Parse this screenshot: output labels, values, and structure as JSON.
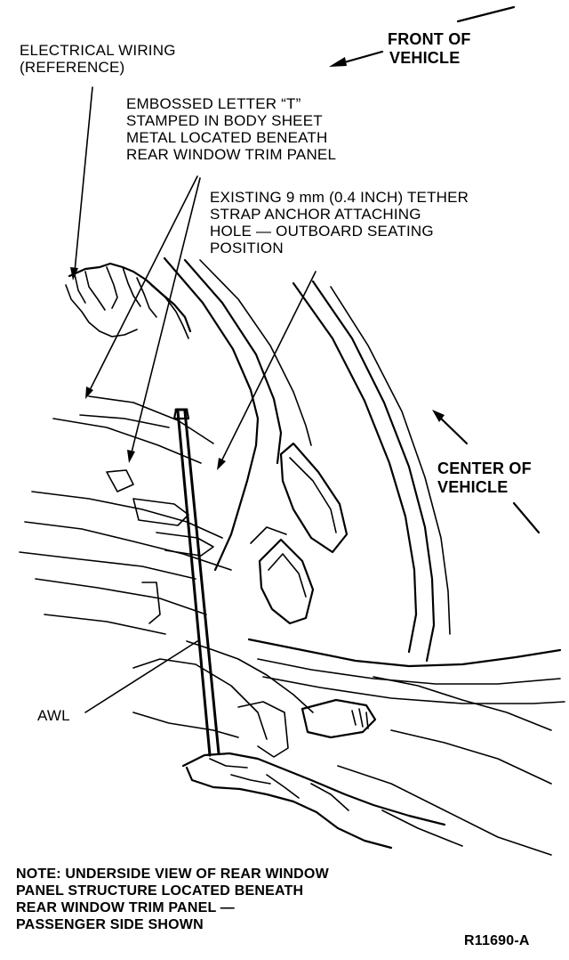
{
  "labels": {
    "electrical_wiring": [
      "ELECTRICAL WIRING",
      "(REFERENCE)"
    ],
    "front_of_vehicle": [
      "FRONT OF",
      "VEHICLE"
    ],
    "embossed_letter": [
      "EMBOSSED LETTER “T”",
      "STAMPED IN BODY SHEET",
      "METAL LOCATED BENEATH",
      "REAR WINDOW TRIM PANEL"
    ],
    "tether_hole": [
      "EXISTING 9 mm (0.4 INCH) TETHER",
      "STRAP ANCHOR ATTACHING",
      "HOLE — OUTBOARD SEATING",
      "POSITION"
    ],
    "center_of_vehicle": [
      "CENTER OF",
      "VEHICLE"
    ],
    "awl": "AWL",
    "note": [
      "NOTE: UNDERSIDE VIEW OF REAR WINDOW",
      "PANEL STRUCTURE LOCATED BENEATH",
      "REAR WINDOW TRIM PANEL —",
      "PASSENGER SIDE SHOWN"
    ],
    "figure_id": "R11690-A"
  }
}
